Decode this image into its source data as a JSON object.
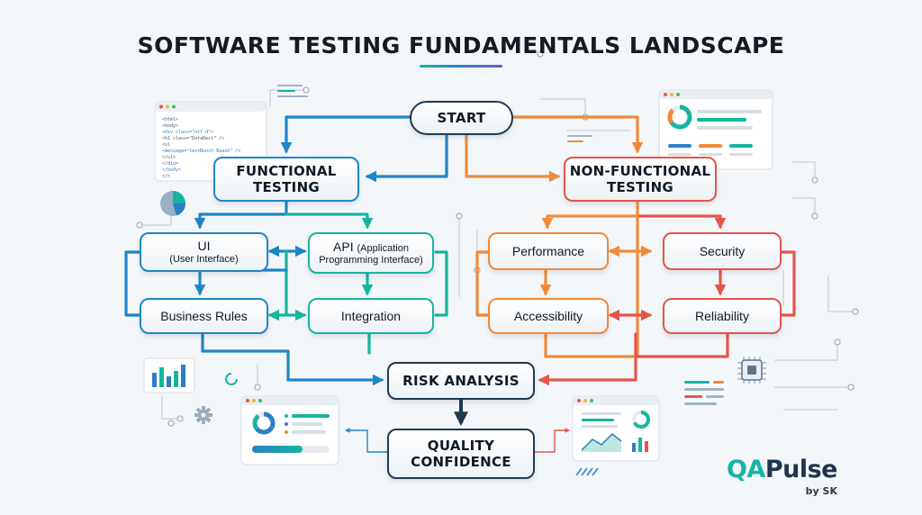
{
  "title": "SOFTWARE TESTING FUNDAMENTALS LANDSCAPE",
  "colors": {
    "navy": "#1f3a52",
    "teal": "#16b5a0",
    "blue": "#1f86c6",
    "orange": "#f08a3a",
    "red": "#e4554a"
  },
  "nodes": {
    "start": "START",
    "functional": "FUNCTIONAL TESTING",
    "non_functional": "NON-FUNCTIONAL TESTING",
    "ui": {
      "main": "UI",
      "sub": "(User Interface)"
    },
    "api": {
      "main": "API",
      "paren": "(Application",
      "sub": "Programming Interface)"
    },
    "business_rules": "Business Rules",
    "integration": "Integration",
    "performance": "Performance",
    "security": "Security",
    "accessibility": "Accessibility",
    "reliability": "Reliability",
    "risk_analysis": "RISK ANALYSIS",
    "quality_confidence": "QUALITY CONFIDENCE"
  },
  "code_snippet": [
    "<html>",
    "  <body>",
    "    <div class=\"ntf-d\">",
    "      <h1 class=\"DataDect\" />",
    "      <ul",
    "        <message=\"testBunch Baash\" />",
    "      </ul>",
    "    </div>",
    "  </body>",
    "</>"
  ],
  "brand": {
    "qa": "QA",
    "pulse": "Pulse",
    "byline": "by SK"
  }
}
